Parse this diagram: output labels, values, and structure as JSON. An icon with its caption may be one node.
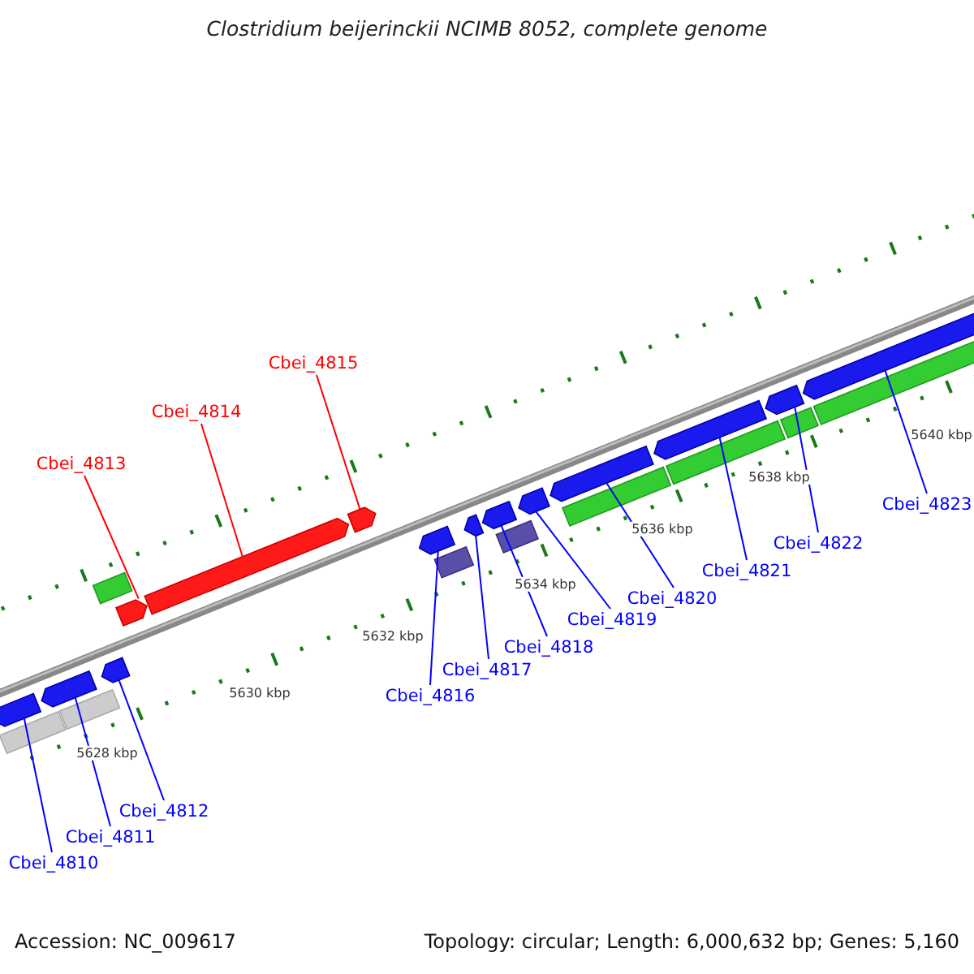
{
  "diagram": {
    "title": "Clostridium beijerinckii NCIMB 8052, complete genome",
    "nodes": [
      {
        "text": [
          "Cbei_4810"
        ]
      },
      {
        "text": [
          "Cbei_4811"
        ]
      },
      {
        "text": [
          "Cbei_4812"
        ]
      },
      {
        "text": [
          "Cbei_4813"
        ]
      },
      {
        "text": [
          "Cbei_4814"
        ]
      },
      {
        "text": [
          "Cbei_4815"
        ]
      },
      {
        "text": [
          "Cbei_4816"
        ]
      },
      {
        "text": [
          "Cbei_4817"
        ]
      },
      {
        "text": [
          "Cbei_4818"
        ]
      },
      {
        "text": [
          "Cbei_4819"
        ]
      },
      {
        "text": [
          "Cbei_4820"
        ]
      },
      {
        "text": [
          "Cbei_4821"
        ]
      },
      {
        "text": [
          "Cbei_4822"
        ]
      },
      {
        "text": [
          "Cbei_4823"
        ]
      },
      {
        "text": [],
        "shape": "arrow"
      },
      {
        "text": [],
        "shape": "arrow"
      },
      {
        "text": [],
        "shape": "arrow"
      },
      {
        "text": [],
        "shape": "arrow"
      },
      {
        "text": [],
        "shape": "arrow"
      },
      {
        "text": [],
        "shape": "arrow"
      },
      {
        "text": [],
        "shape": "arrow"
      },
      {
        "text": [],
        "shape": "arrow"
      },
      {
        "text": [],
        "shape": "arrow"
      },
      {
        "text": [],
        "shape": "arrow"
      },
      {
        "text": [],
        "shape": "arrow"
      },
      {
        "text": [],
        "shape": "arrow"
      },
      {
        "text": [],
        "shape": "arrow"
      },
      {
        "text": [],
        "shape": "arrow"
      },
      {
        "text": [],
        "shape": "box"
      },
      {
        "text": [],
        "shape": "box"
      },
      {
        "text": [],
        "shape": "box"
      },
      {
        "text": [],
        "shape": "box"
      },
      {
        "text": [],
        "shape": "box"
      },
      {
        "text": [],
        "shape": "box"
      },
      {
        "text": [],
        "shape": "box"
      },
      {
        "text": [],
        "shape": "box"
      },
      {
        "text": [],
        "shape": "box"
      }
    ],
    "edges": [
      {
        "from": 0,
        "to": 14,
        "arrow": "none"
      },
      {
        "from": 1,
        "to": 15,
        "arrow": "none"
      },
      {
        "from": 2,
        "to": 16,
        "arrow": "none"
      },
      {
        "from": 3,
        "to": 17,
        "arrow": "none",
        "color": "#ff0000"
      },
      {
        "from": 4,
        "to": 18,
        "arrow": "none",
        "color": "#ff0000"
      },
      {
        "from": 5,
        "to": 19,
        "arrow": "none",
        "color": "#ff0000"
      },
      {
        "from": 6,
        "to": 20,
        "arrow": "none"
      },
      {
        "from": 7,
        "to": 21,
        "arrow": "none"
      },
      {
        "from": 8,
        "to": 22,
        "arrow": "none"
      },
      {
        "from": 9,
        "to": 23,
        "arrow": "none"
      },
      {
        "from": 10,
        "to": 24,
        "arrow": "none"
      },
      {
        "from": 11,
        "to": 25,
        "arrow": "none"
      },
      {
        "from": 12,
        "to": 26,
        "arrow": "none"
      },
      {
        "from": 13,
        "to": 27,
        "arrow": "none"
      }
    ],
    "labels": [
      "5640 kbp",
      "5638 kbp",
      "5636 kbp",
      "5634 kbp",
      "5632 kbp",
      "5630 kbp",
      "5628 kbp",
      "Accession: NC_009617",
      "Topology: circular; Length: 6,000,632 bp; Genes: 5,160"
    ]
  }
}
